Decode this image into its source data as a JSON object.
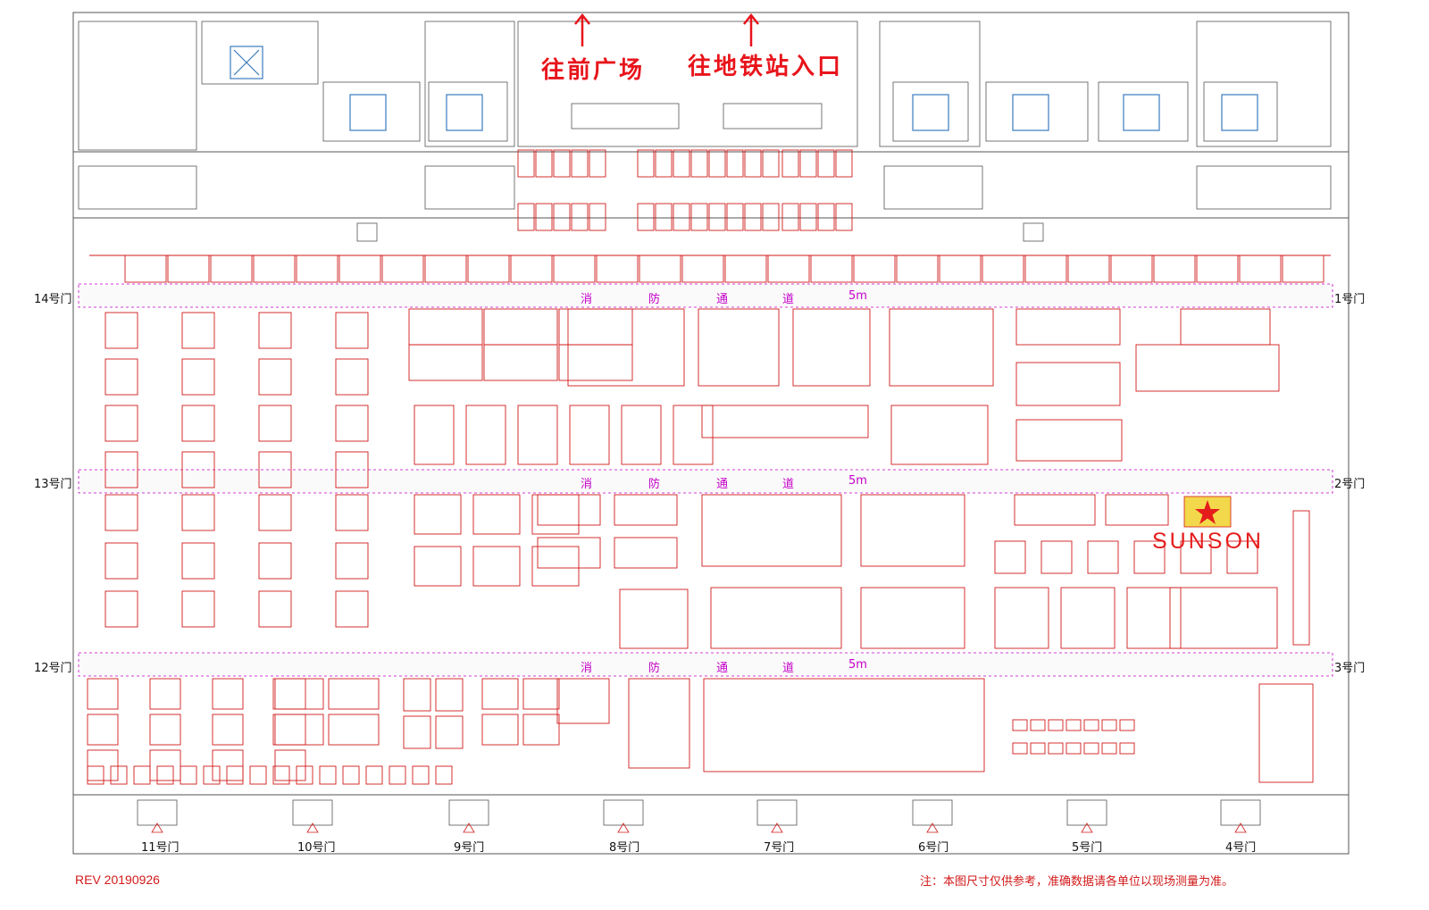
{
  "top_directions": {
    "to_front_plaza": "往前广场",
    "to_metro_entrance": "往地铁站入口"
  },
  "fire_lane": {
    "chars": [
      "消",
      "防",
      "通",
      "道",
      "5m"
    ]
  },
  "gates": {
    "g1": "1号门",
    "g2": "2号门",
    "g3": "3号门",
    "g4": "4号门",
    "g5": "5号门",
    "g6": "6号门",
    "g7": "7号门",
    "g8": "8号门",
    "g9": "9号门",
    "g10": "10号门",
    "g11": "11号门",
    "g12": "12号门",
    "g13": "13号门",
    "g14": "14号门"
  },
  "highlight_booth": {
    "company": "SUNSON",
    "marker_icon": "red-star-icon",
    "color": "#e51c1c",
    "fill": "#f2d84a"
  },
  "footer": {
    "revision": "REV 20190926",
    "note": "注：本图尺寸仅供参考，准确数据请各单位以现场测量为准。"
  },
  "colors": {
    "booth_line": "#d21a1a",
    "wall_line": "#555555",
    "fire_lane_text": "#c400c8",
    "direction_text": "#e8141b"
  }
}
